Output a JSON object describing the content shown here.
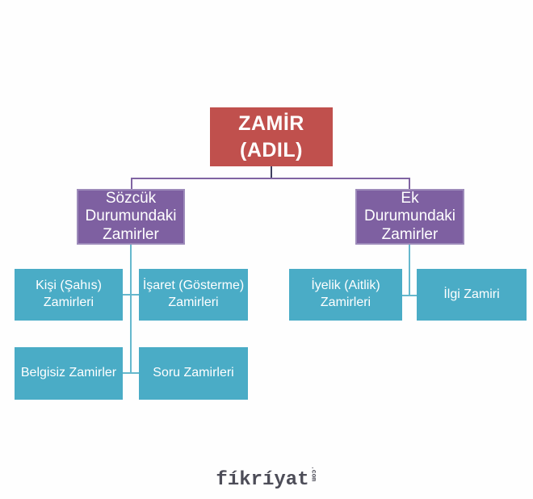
{
  "colors": {
    "root_fill": "#c0504d",
    "branch_fill": "#7e60a1",
    "branch_border": "#9d8bba",
    "leaf_fill": "#4aacc6",
    "connector_purple": "#8064a2",
    "connector_teal": "#66b8cd",
    "connector_dark": "#3e3e5e",
    "box_text": "#ffffff",
    "watermark_text": "#4d4d58",
    "background": "#fefefe"
  },
  "tree": {
    "root": {
      "label": "ZAMİR (ADIL)",
      "lines": [
        "ZAMİR",
        "(ADIL)"
      ]
    },
    "branches": [
      {
        "label": "Sözcük Durumundaki Zamirler",
        "lines": [
          "Sözcük",
          "Durumundaki",
          "Zamirler"
        ],
        "children": [
          {
            "label": "Kişi (Şahıs) Zamirleri",
            "lines": [
              "Kişi (Şahıs)",
              "Zamirleri"
            ]
          },
          {
            "label": "İşaret (Gösterme) Zamirleri",
            "lines": [
              "İşaret (Gösterme)",
              "Zamirleri"
            ]
          },
          {
            "label": "Belgisiz Zamirler",
            "lines": [
              "Belgisiz Zamirler"
            ]
          },
          {
            "label": "Soru Zamirleri",
            "lines": [
              "Soru Zamirleri"
            ]
          }
        ]
      },
      {
        "label": "Ek Durumundaki Zamirler",
        "lines": [
          "Ek",
          "Durumundaki",
          "Zamirler"
        ],
        "children": [
          {
            "label": "İyelik (Aitlik) Zamirleri",
            "lines": [
              "İyelik (Aitlik)",
              "Zamirleri"
            ]
          },
          {
            "label": "İlgi Zamiri",
            "lines": [
              "İlgi Zamiri"
            ]
          }
        ]
      }
    ]
  },
  "watermark": {
    "brand": "fíkríyat",
    "tld": ".com"
  }
}
